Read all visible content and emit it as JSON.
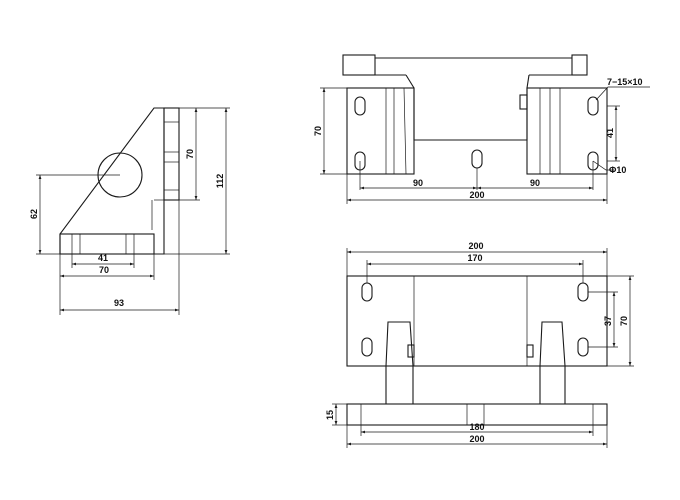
{
  "drawing": {
    "side_view": {
      "dim_70_vertical": "70",
      "dim_112_vertical": "112",
      "dim_62_vertical": "62",
      "dim_41_horizontal": "41",
      "dim_70_horizontal": "70",
      "dim_93_horizontal": "93"
    },
    "front_view": {
      "dim_70_vertical": "70",
      "dim_41_vertical": "41",
      "dim_90_left": "90",
      "dim_90_right": "90",
      "dim_200_bottom": "200",
      "slot_callout": "7−15×10",
      "hole_callout": "Φ10"
    },
    "top_view": {
      "dim_200_top": "200",
      "dim_170_top": "170",
      "dim_37_vertical": "37",
      "dim_70_vertical": "70",
      "dim_15_vertical": "15",
      "dim_180_bottom": "180",
      "dim_200_bottom": "200"
    }
  }
}
